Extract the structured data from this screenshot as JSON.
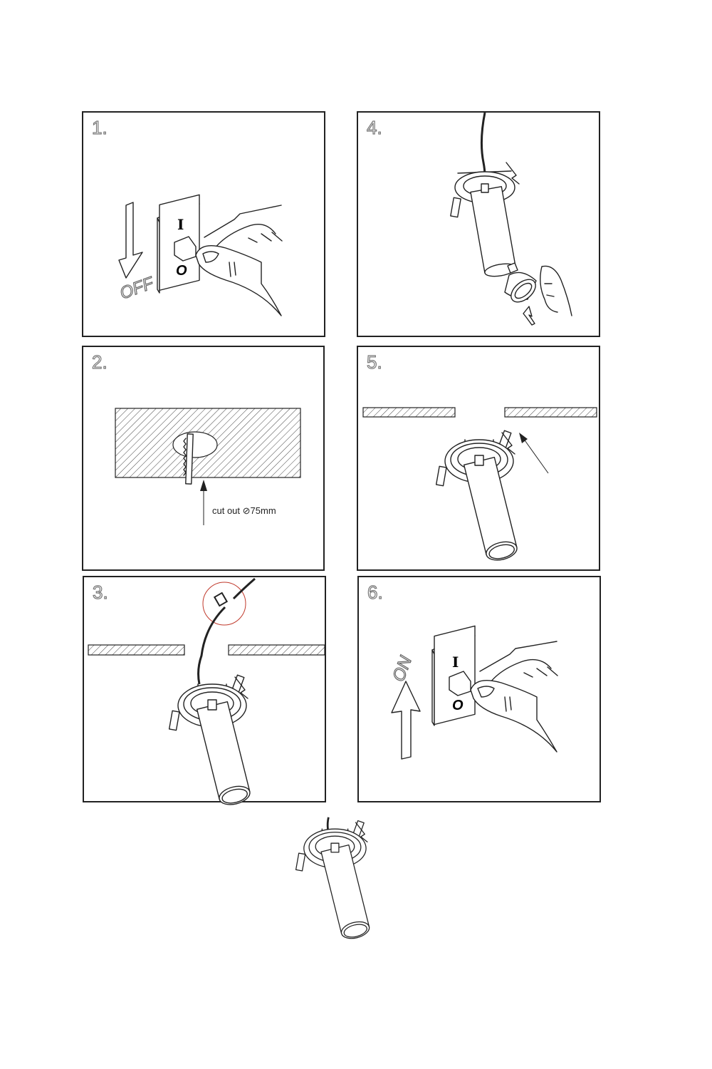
{
  "steps": [
    {
      "number": "1.",
      "label": "OFF",
      "switch_on": "I",
      "switch_off": "O"
    },
    {
      "number": "2.",
      "caption": "cut out ⊘75mm"
    },
    {
      "number": "3."
    },
    {
      "number": "4."
    },
    {
      "number": "5."
    },
    {
      "number": "6.",
      "label": "ON",
      "switch_on": "I",
      "switch_off": "O"
    }
  ],
  "colors": {
    "line": "#222222",
    "highlight_circle": "#c0392b",
    "hatch": "#444444"
  }
}
